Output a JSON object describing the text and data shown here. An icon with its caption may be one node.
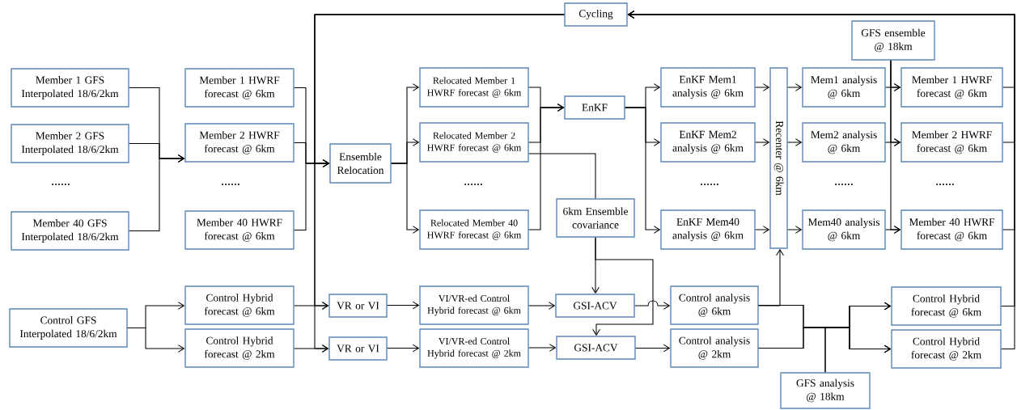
{
  "diagram": {
    "nodes": [
      {
        "text": [
          "Member 1 GFS Interpolated 18/6/2km"
        ]
      },
      {
        "text": [
          "Member 2 GFS Interpolated 18/6/2km"
        ]
      },
      {
        "text": [
          "Member 40 GFS Interpolated 18/6/2km"
        ]
      },
      {
        "text": [
          "Control GFS Interpolated 18/6/2km"
        ]
      },
      {
        "text": [
          "Member 1 HWRF forecast @ 6km"
        ]
      },
      {
        "text": [
          "Member 2 HWRF forecast @ 6km"
        ]
      },
      {
        "text": [
          "Member 40 HWRF forecast @ 6km"
        ]
      },
      {
        "text": [
          "Control Hybrid forecast @ 6km"
        ]
      },
      {
        "text": [
          "Control Hybrid forecast @ 2km"
        ]
      },
      {
        "text": [
          "Cycling"
        ]
      },
      {
        "text": [
          "Ensemble Relocation"
        ]
      },
      {
        "text": [
          "VR or VI"
        ]
      },
      {
        "text": [
          "VR or VI"
        ]
      },
      {
        "text": [
          "Relocated Member 1 HWRF forecast @ 6km"
        ]
      },
      {
        "text": [
          "Relocated Member 2 HWRF forecast @ 6km"
        ]
      },
      {
        "text": [
          "Relocated Member 40 HWRF forecast @ 6km"
        ]
      },
      {
        "text": [
          "EnKF"
        ]
      },
      {
        "text": [
          "6km Ensemble covariance"
        ]
      },
      {
        "text": [
          "VI/VR-ed Control Hybrid forecast @ 6km"
        ]
      },
      {
        "text": [
          "VI/VR-ed Control Hybrid forecast @ 2km"
        ]
      },
      {
        "text": [
          "GSI-ACV"
        ]
      },
      {
        "text": [
          "GSI-ACV"
        ]
      },
      {
        "text": [
          "EnKF Mem1 analysis @ 6km"
        ]
      },
      {
        "text": [
          "EnKF Mem2 analysis @ 6km"
        ]
      },
      {
        "text": [
          "EnKF Mem40 analysis @ 6km"
        ]
      },
      {
        "text": [
          "Recenter @ 6km"
        ]
      },
      {
        "text": [
          "Control analysis @ 6km"
        ]
      },
      {
        "text": [
          "Control analysis @ 2km"
        ]
      },
      {
        "text": [
          "Mem1 analysis @ 6km"
        ]
      },
      {
        "text": [
          "Mem2 analysis @ 6km"
        ]
      },
      {
        "text": [
          "Mem40 analysis @ 6km"
        ]
      },
      {
        "text": [
          "GFS ensemble @ 18km"
        ]
      },
      {
        "text": [
          "Member 1 HWRF forecast @ 6km"
        ]
      },
      {
        "text": [
          "Member 2 HWRF forecast @ 6km"
        ]
      },
      {
        "text": [
          "Member 40 HWRF forecast @ 6km"
        ]
      },
      {
        "text": [
          "Control Hybrid forecast @ 6km"
        ]
      },
      {
        "text": [
          "Control Hybrid forecast @ 2km"
        ]
      },
      {
        "text": [
          "GFS analysis @ 18km"
        ]
      }
    ],
    "edges": [
      {
        "from": 0,
        "to": 5,
        "arrow": "to"
      },
      {
        "from": 1,
        "to": 5,
        "arrow": "to"
      },
      {
        "from": 2,
        "to": 5,
        "arrow": "to"
      },
      {
        "from": 3,
        "to": 7,
        "arrow": "to"
      },
      {
        "from": 3,
        "to": 8,
        "arrow": "to"
      },
      {
        "from": 4,
        "to": 10,
        "arrow": "to"
      },
      {
        "from": 5,
        "to": 10,
        "arrow": "to"
      },
      {
        "from": 6,
        "to": 10,
        "arrow": "to"
      },
      {
        "from": 7,
        "to": 11,
        "arrow": "to"
      },
      {
        "from": 8,
        "to": 12,
        "arrow": "to"
      },
      {
        "from": 9,
        "to": 10,
        "arrow": "to"
      },
      {
        "from": 9,
        "to": 11,
        "arrow": "to"
      },
      {
        "from": 9,
        "to": 12,
        "arrow": "to"
      },
      {
        "from": 32,
        "to": 9,
        "arrow": "to"
      },
      {
        "from": 33,
        "to": 9,
        "arrow": "to"
      },
      {
        "from": 34,
        "to": 9,
        "arrow": "to"
      },
      {
        "from": 35,
        "to": 9,
        "arrow": "to"
      },
      {
        "from": 36,
        "to": 9,
        "arrow": "to"
      },
      {
        "from": 10,
        "to": 13,
        "arrow": "to"
      },
      {
        "from": 10,
        "to": 14,
        "arrow": "to"
      },
      {
        "from": 10,
        "to": 15,
        "arrow": "to"
      },
      {
        "from": 13,
        "to": 16,
        "arrow": "to"
      },
      {
        "from": 14,
        "to": 16,
        "arrow": "to"
      },
      {
        "from": 15,
        "to": 16,
        "arrow": "to"
      },
      {
        "from": 14,
        "to": 17,
        "arrow": "none"
      },
      {
        "from": 16,
        "to": 22,
        "arrow": "to"
      },
      {
        "from": 16,
        "to": 23,
        "arrow": "to"
      },
      {
        "from": 16,
        "to": 24,
        "arrow": "to"
      },
      {
        "from": 17,
        "to": 20,
        "arrow": "to"
      },
      {
        "from": 17,
        "to": 21,
        "arrow": "to"
      },
      {
        "from": 11,
        "to": 18,
        "arrow": "to"
      },
      {
        "from": 12,
        "to": 19,
        "arrow": "to"
      },
      {
        "from": 18,
        "to": 20,
        "arrow": "to"
      },
      {
        "from": 19,
        "to": 21,
        "arrow": "to"
      },
      {
        "from": 20,
        "to": 26,
        "arrow": "to"
      },
      {
        "from": 21,
        "to": 27,
        "arrow": "to"
      },
      {
        "from": 22,
        "to": 25,
        "arrow": "to"
      },
      {
        "from": 23,
        "to": 25,
        "arrow": "to"
      },
      {
        "from": 24,
        "to": 25,
        "arrow": "to"
      },
      {
        "from": 26,
        "to": 25,
        "arrow": "to"
      },
      {
        "from": 25,
        "to": 28,
        "arrow": "to"
      },
      {
        "from": 25,
        "to": 29,
        "arrow": "to"
      },
      {
        "from": 25,
        "to": 30,
        "arrow": "to"
      },
      {
        "from": 28,
        "to": 32,
        "arrow": "to"
      },
      {
        "from": 29,
        "to": 33,
        "arrow": "to"
      },
      {
        "from": 30,
        "to": 34,
        "arrow": "to"
      },
      {
        "from": 31,
        "to": 32,
        "arrow": "to"
      },
      {
        "from": 31,
        "to": 33,
        "arrow": "to"
      },
      {
        "from": 31,
        "to": 34,
        "arrow": "to"
      },
      {
        "from": 26,
        "to": 35,
        "arrow": "to"
      },
      {
        "from": 26,
        "to": 36,
        "arrow": "to"
      },
      {
        "from": 27,
        "to": 35,
        "arrow": "to"
      },
      {
        "from": 27,
        "to": 36,
        "arrow": "to"
      },
      {
        "from": 37,
        "to": 35,
        "arrow": "to"
      },
      {
        "from": 37,
        "to": 36,
        "arrow": "to"
      }
    ],
    "labels": [
      "......",
      "......",
      "......",
      "......",
      "......",
      "......"
    ]
  }
}
